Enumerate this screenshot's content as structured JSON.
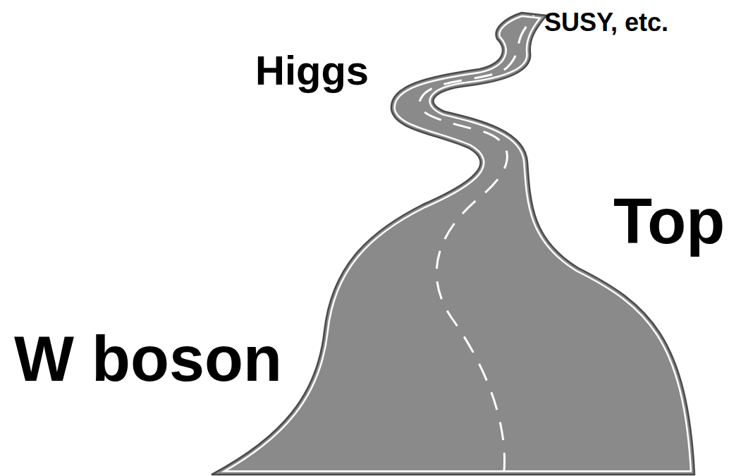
{
  "diagram": {
    "labels": [
      "W boson",
      "Top",
      "Higgs",
      "SUSY, etc."
    ]
  }
}
